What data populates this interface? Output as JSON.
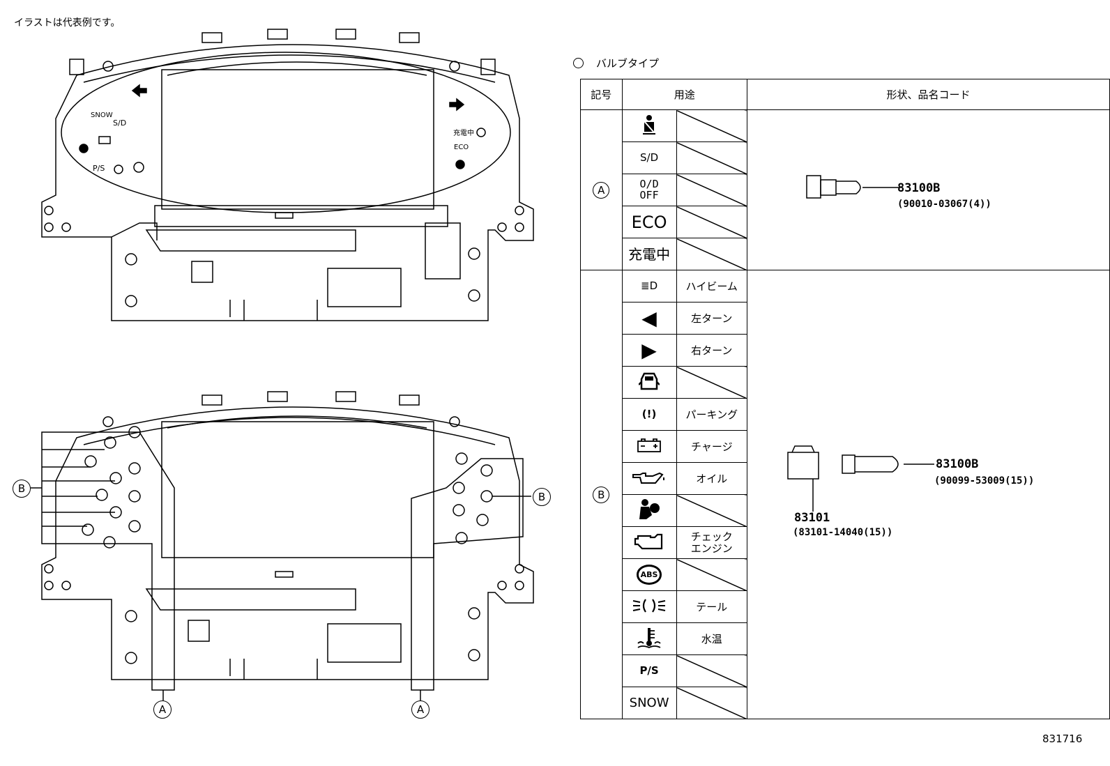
{
  "note": "イラストは代表例です。",
  "caption": "バルブタイプ",
  "figure_number": "831716",
  "table": {
    "headers": [
      "記号",
      "用途",
      "形状、品名コード"
    ],
    "groups": [
      {
        "symbol": "A",
        "rows": [
          {
            "icon": "seatbelt-icon",
            "glyph": "",
            "use": ""
          },
          {
            "icon": "sd-icon",
            "glyph": "S/D",
            "use": ""
          },
          {
            "icon": "od-off-icon",
            "glyph": "O/D\nOFF",
            "use": ""
          },
          {
            "icon": "eco-icon",
            "glyph": "ECO",
            "use": ""
          },
          {
            "icon": "charging-icon",
            "glyph": "充電中",
            "use": ""
          }
        ],
        "part": {
          "code": "83100B",
          "sub": "(90010-03067(4))"
        }
      },
      {
        "symbol": "B",
        "rows": [
          {
            "icon": "high-beam-icon",
            "glyph": "≣D",
            "use": "ハイビーム"
          },
          {
            "icon": "left-turn-icon",
            "glyph": "◀",
            "use": "左ターン"
          },
          {
            "icon": "right-turn-icon",
            "glyph": "▶",
            "use": "右ターン"
          },
          {
            "icon": "door-open-icon",
            "glyph": "",
            "use": ""
          },
          {
            "icon": "parking-brake-icon",
            "glyph": "(!)",
            "use": "パーキング"
          },
          {
            "icon": "battery-icon",
            "glyph": "",
            "use": "チャージ"
          },
          {
            "icon": "oil-icon",
            "glyph": "",
            "use": "オイル"
          },
          {
            "icon": "airbag-icon",
            "glyph": "",
            "use": ""
          },
          {
            "icon": "check-engine-icon",
            "glyph": "",
            "use": "チェック\nエンジン"
          },
          {
            "icon": "abs-icon",
            "glyph": "ABS",
            "use": ""
          },
          {
            "icon": "tail-lamp-icon",
            "glyph": "",
            "use": "テール"
          },
          {
            "icon": "coolant-temp-icon",
            "glyph": "",
            "use": "水温"
          },
          {
            "icon": "ps-icon",
            "glyph": "P/S",
            "use": ""
          },
          {
            "icon": "snow-icon",
            "glyph": "SNOW",
            "use": ""
          }
        ],
        "part": {
          "code": "83100B",
          "sub": "(90099-53009(15))",
          "socket_code": "83101",
          "socket_sub": "(83101-14040(15))"
        }
      }
    ]
  },
  "diagram": {
    "top_panel_labels": [
      "SNOW",
      "S/D",
      "P/S",
      "充電中",
      "ECO"
    ],
    "callouts": [
      "A",
      "A",
      "B",
      "B"
    ]
  }
}
